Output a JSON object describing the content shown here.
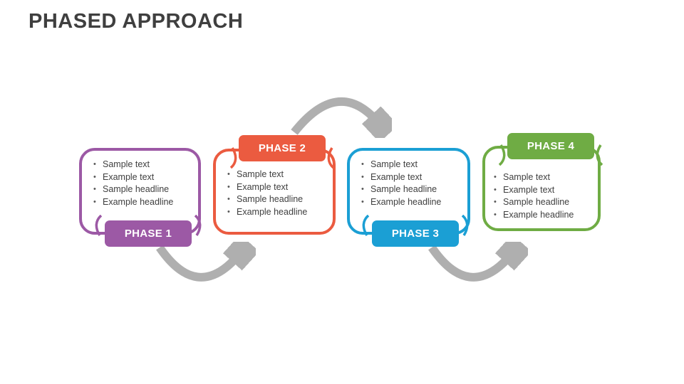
{
  "slide": {
    "title": "PHASED APPROACH",
    "title_color": "#3F3F3F",
    "background": "#FFFFFF"
  },
  "arrow_color": "#AFAFAF",
  "arrows": [
    {
      "name": "arrow-phase1-to-phase2",
      "shape": "arc-below",
      "direction": "left-to-right"
    },
    {
      "name": "arrow-phase2-to-phase3",
      "shape": "arc-above",
      "direction": "left-to-right"
    },
    {
      "name": "arrow-phase3-to-phase4",
      "shape": "arc-below",
      "direction": "left-to-right"
    }
  ],
  "phases": [
    {
      "label": "PHASE 1",
      "color": "#9C59A5",
      "label_position": "bottom",
      "bullets": [
        "Sample text",
        "Example text",
        "Sample headline",
        "Example headline"
      ]
    },
    {
      "label": "PHASE 2",
      "color": "#EB5B40",
      "label_position": "top",
      "bullets": [
        "Sample text",
        "Example text",
        "Sample headline",
        "Example headline"
      ]
    },
    {
      "label": "PHASE 3",
      "color": "#1B9FD4",
      "label_position": "bottom",
      "bullets": [
        "Sample text",
        "Example text",
        "Sample headline",
        "Example headline"
      ]
    },
    {
      "label": "PHASE 4",
      "color": "#6FAC44",
      "label_position": "top",
      "bullets": [
        "Sample text",
        "Example text",
        "Sample headline",
        "Example headline"
      ]
    }
  ]
}
